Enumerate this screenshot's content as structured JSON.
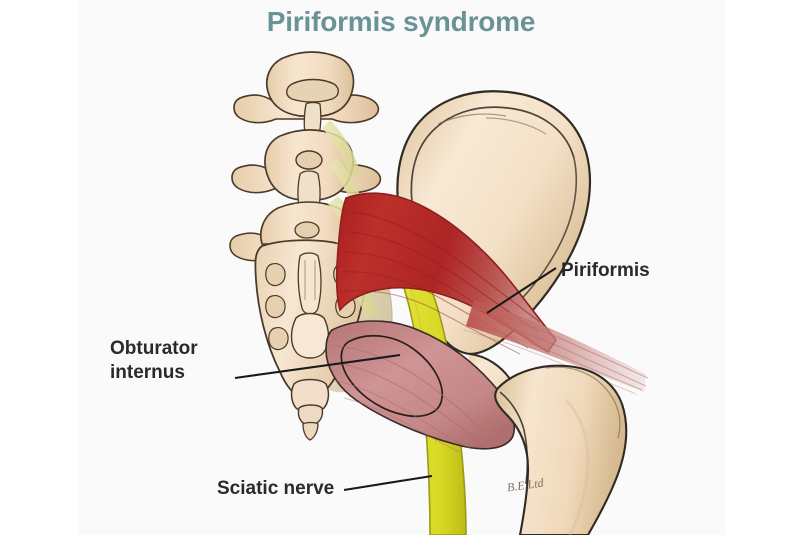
{
  "figure": {
    "title": "Piriformis syndrome",
    "title_color": "#6a9396",
    "background_color": "#ffffff",
    "panel_color": "#fafafa",
    "watermark": "B.E.Ltd",
    "subject": "posterior view of lumbar spine, sacrum, pelvis and proximal femur showing the piriformis muscle, obturator internus muscle and sciatic nerve"
  },
  "labels": {
    "obturator": {
      "line1": "Obturator",
      "line2": "internus"
    },
    "piriformis": {
      "text": "Piriformis"
    },
    "sciatic": {
      "text": "Sciatic nerve"
    },
    "text_color": "#2a2a2a",
    "leader_color": "#1a1a1a"
  },
  "anatomy": {
    "structures": [
      {
        "name": "lumbar-vertebrae",
        "color": "#f3e0cb",
        "outline": "#4a3a2a"
      },
      {
        "name": "sacrum",
        "color": "#f1dcc4",
        "outline": "#4a3a2a"
      },
      {
        "name": "coccyx",
        "color": "#eed9c0",
        "outline": "#4a3a2a"
      },
      {
        "name": "ilium",
        "color": "#f4dfc1",
        "outline": "#2f2a22"
      },
      {
        "name": "femur",
        "color": "#f3ddbe",
        "outline": "#2f2a22"
      },
      {
        "name": "greater-trochanter",
        "color": "#e3c8a3",
        "outline": "#2f2a22"
      },
      {
        "name": "piriformis-muscle",
        "color": "#b32828",
        "outline": "#8e1f1f"
      },
      {
        "name": "piriformis-tendon",
        "color": "#c98a86",
        "outline": "#a96a66"
      },
      {
        "name": "obturator-internus-muscle",
        "color": "#c88a8a",
        "outline": "#3a2a2a"
      },
      {
        "name": "sciatic-nerve",
        "color": "#dbdb28",
        "outline": "#9a9a18"
      },
      {
        "name": "sacral-nerve-roots",
        "color": "#e6e4a8",
        "outline": "#bdb97a"
      },
      {
        "name": "sacrotuberous-ligament",
        "color": "#ded2ae",
        "outline": "#a89a70"
      }
    ]
  }
}
